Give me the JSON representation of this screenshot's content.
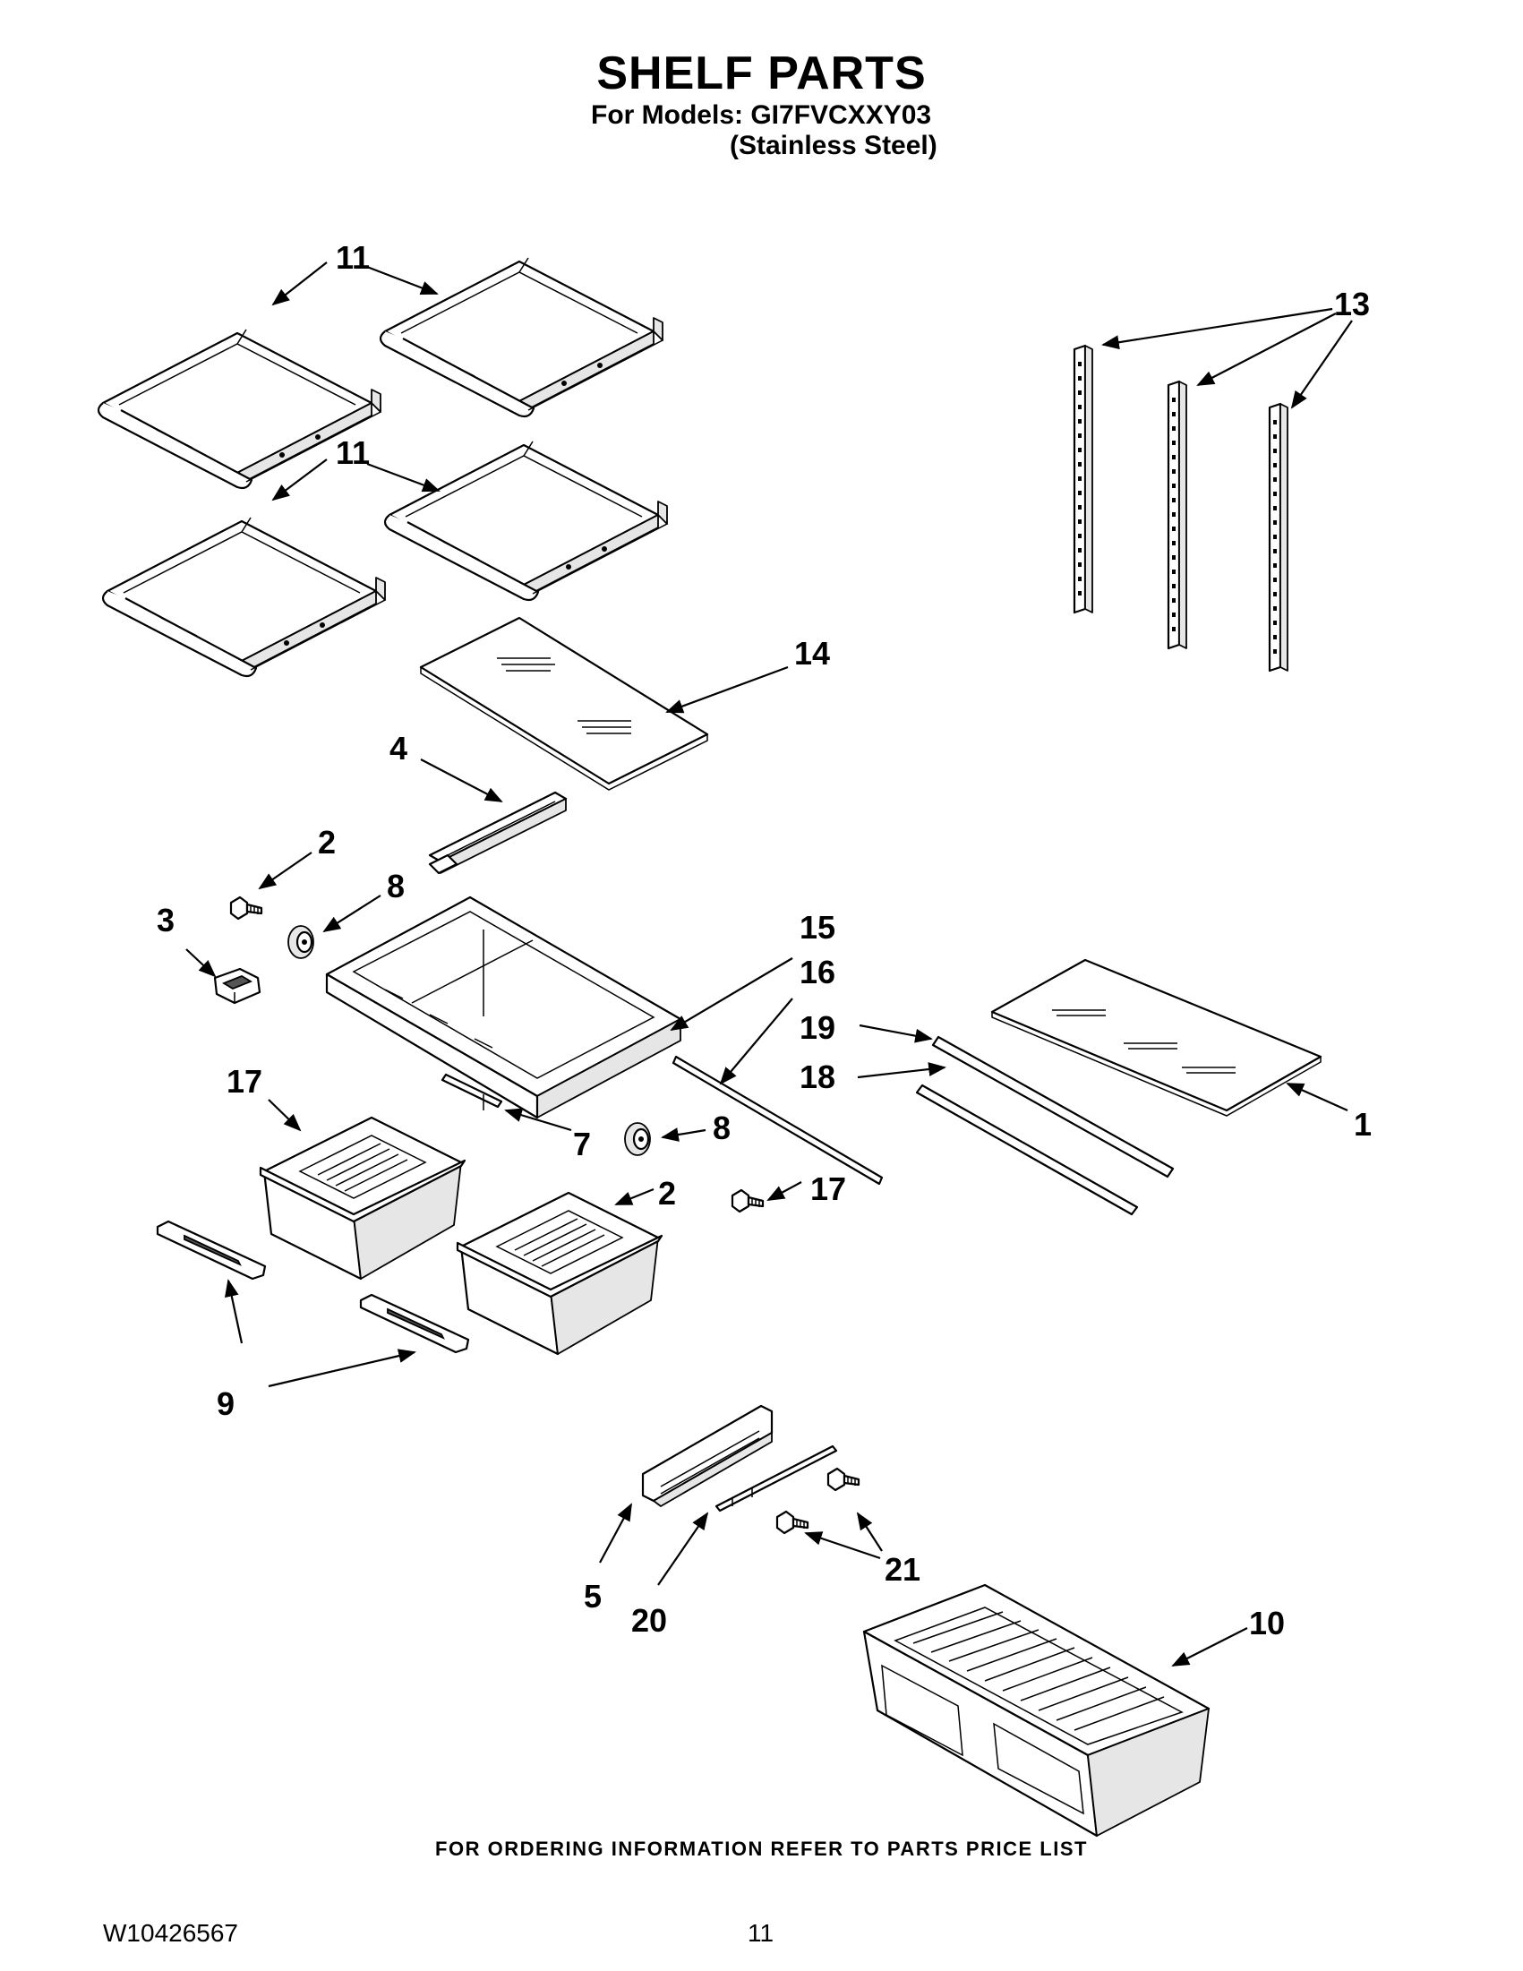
{
  "header": {
    "title": "SHELF PARTS",
    "models_line": "For Models: GI7FVCXXY03",
    "color_line": "(Stainless Steel)"
  },
  "callouts": [
    "11",
    "11",
    "13",
    "14",
    "4",
    "2",
    "8",
    "3",
    "15",
    "16",
    "19",
    "18",
    "1",
    "17",
    "7",
    "8",
    "2",
    "17",
    "9",
    "5",
    "20",
    "21",
    "10"
  ],
  "footer": {
    "ordering_note": "FOR ORDERING INFORMATION REFER TO PARTS PRICE LIST",
    "doc_number": "W10426567",
    "page_number": "11"
  }
}
